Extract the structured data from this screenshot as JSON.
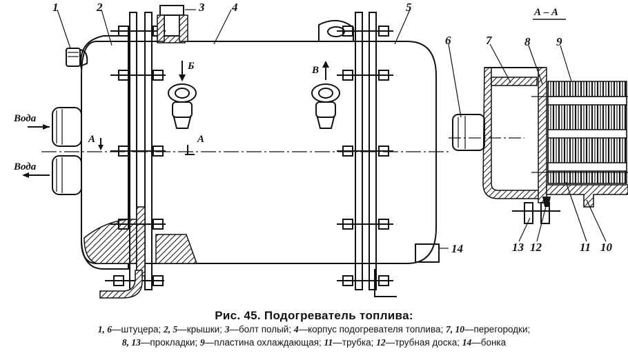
{
  "figure": {
    "title": "Рис. 45. Подогреватель топлива:",
    "legend_line1": [
      {
        "key": "1, 6",
        "text": "—штуцера; "
      },
      {
        "key": "2, 5",
        "text": "—крышки; "
      },
      {
        "key": "3",
        "text": "—болт полый; "
      },
      {
        "key": "4",
        "text": "—корпус подогревателя топлива; "
      },
      {
        "key": "7, 10",
        "text": "—перегородки;"
      }
    ],
    "legend_line2": [
      {
        "key": "8, 13",
        "text": "—прокладки; "
      },
      {
        "key": "9",
        "text": "—пластина охлаждающая; "
      },
      {
        "key": "11",
        "text": "—трубка; "
      },
      {
        "key": "12",
        "text": "—трубная доска; "
      },
      {
        "key": "14",
        "text": "—бонка"
      }
    ]
  },
  "drawing": {
    "callouts": [
      "1",
      "2",
      "3",
      "4",
      "5",
      "6",
      "7",
      "8",
      "9",
      "10",
      "11",
      "12",
      "13",
      "14"
    ],
    "section_labels": {
      "section_title": "А – А",
      "cut_left": "А",
      "cut_right": "А"
    },
    "flow_labels": {
      "water_in": "Вода",
      "water_out": "Вода",
      "fuel_b": "Б",
      "fuel_v": "В"
    }
  }
}
